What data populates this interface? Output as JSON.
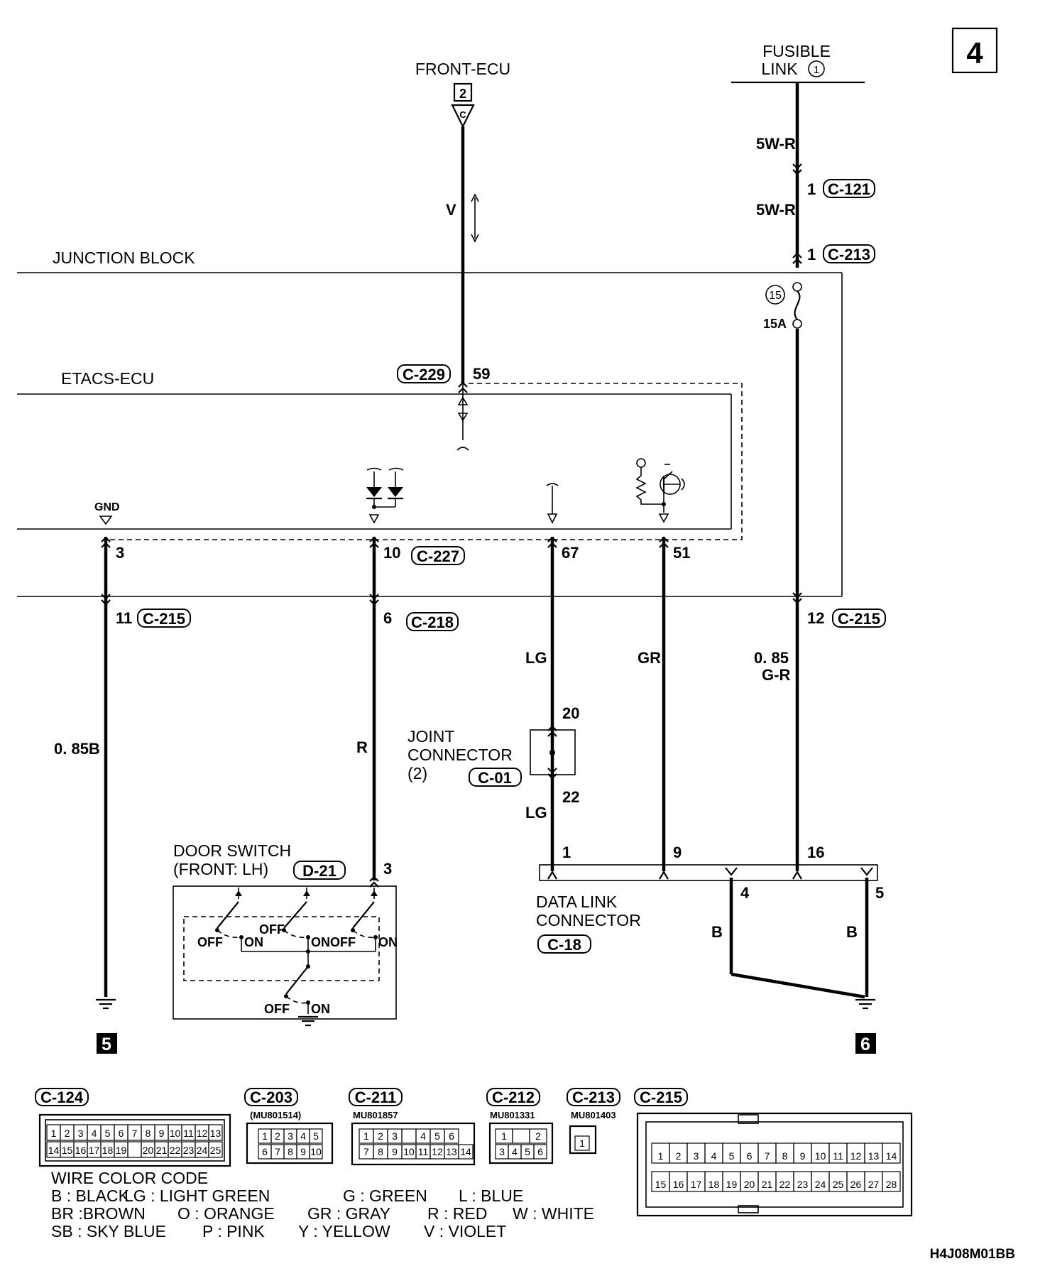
{
  "page_number": "4",
  "drawing_code": "H4J08M01BB",
  "sources": {
    "front_ecu": {
      "name": "FRONT-ECU",
      "ref": "2",
      "letter": "C"
    },
    "fusible_link": {
      "line1": "FUSIBLE",
      "line2": "LINK",
      "number": "1"
    }
  },
  "blocks": {
    "junction_block": "JUNCTION BLOCK",
    "etacs_ecu": "ETACS-ECU",
    "gnd_label": "GND",
    "fuse_number": "15",
    "fuse_rating": "15A"
  },
  "connectors": {
    "c121": "C-121",
    "c213": "C-213",
    "c229": "C-229",
    "c227": "C-227",
    "c215": "C-215",
    "c218": "C-218",
    "c01": "C-01",
    "d21": "D-21",
    "c18": "C-18"
  },
  "wire_colors": {
    "w1": "5W-R",
    "w2": "5W-R",
    "v": "V",
    "b085": "0. 85B",
    "r": "R",
    "lg1": "LG",
    "lg2": "LG",
    "gr": "GR",
    "gr085a": "0. 85",
    "gr085b": "G-R",
    "b1": "B",
    "b2": "B"
  },
  "pins": {
    "p1a": "1",
    "p1b": "1",
    "p59": "59",
    "p3": "3",
    "p10": "10",
    "p67": "67",
    "p51": "51",
    "p11": "11",
    "p6": "6",
    "p12": "12",
    "p20": "20",
    "p22": "22",
    "p3d": "3",
    "p1c": "1",
    "p9": "9",
    "p16": "16",
    "p4": "4",
    "p5": "5"
  },
  "components": {
    "joint_line1": "JOINT",
    "joint_line2": "CONNECTOR",
    "joint_line3": "(2)",
    "door_line1": "DOOR SWITCH",
    "door_line2": "(FRONT: LH)",
    "dlc_line1": "DATA LINK",
    "dlc_line2": "CONNECTOR",
    "off": "OFF",
    "on": "ON"
  },
  "ground_refs": {
    "left": "5",
    "right": "6"
  },
  "connector_views": [
    {
      "id": "C-124",
      "part": ""
    },
    {
      "id": "C-203",
      "part": "(MU801514)"
    },
    {
      "id": "C-211",
      "part": "MU801857"
    },
    {
      "id": "C-212",
      "part": "MU801331"
    },
    {
      "id": "C-213",
      "part": "MU801403"
    },
    {
      "id": "C-215",
      "part": ""
    }
  ],
  "pinouts": {
    "c124_top": [
      "1",
      "2",
      "3",
      "4",
      "5",
      "6",
      "7",
      "8",
      "9",
      "10",
      "11",
      "12",
      "13"
    ],
    "c124_bot": [
      "14",
      "15",
      "16",
      "17",
      "18",
      "19",
      "",
      "20",
      "21",
      "22",
      "23",
      "24",
      "25"
    ],
    "c203_top": [
      "1",
      "2",
      "3",
      "4",
      "5"
    ],
    "c203_bot": [
      "6",
      "7",
      "8",
      "9",
      "10"
    ],
    "c211_top": [
      "1",
      "2",
      "3",
      "",
      "4",
      "5",
      "6"
    ],
    "c211_bot": [
      "7",
      "8",
      "9",
      "10",
      "11",
      "12",
      "13",
      "14"
    ],
    "c212_top": [
      "1",
      "",
      "2"
    ],
    "c212_bot": [
      "3",
      "4",
      "5",
      "6"
    ],
    "c213_pin": "1",
    "c215_top": [
      "1",
      "2",
      "3",
      "4",
      "5",
      "6",
      "7",
      "8",
      "9",
      "10",
      "11",
      "12",
      "13",
      "14"
    ],
    "c215_bot": [
      "15",
      "16",
      "17",
      "18",
      "19",
      "20",
      "21",
      "22",
      "23",
      "24",
      "25",
      "26",
      "27",
      "28"
    ]
  },
  "legend": {
    "title": "WIRE COLOR CODE",
    "rows": [
      [
        "B : BLACK",
        "LG : LIGHT GREEN",
        "G : GREEN",
        "L : BLUE"
      ],
      [
        "BR :BROWN",
        "O : ORANGE",
        "GR : GRAY",
        "R : RED",
        "W : WHITE"
      ],
      [
        "SB : SKY BLUE",
        "P : PINK",
        "Y : YELLOW",
        "V : VIOLET"
      ]
    ]
  }
}
